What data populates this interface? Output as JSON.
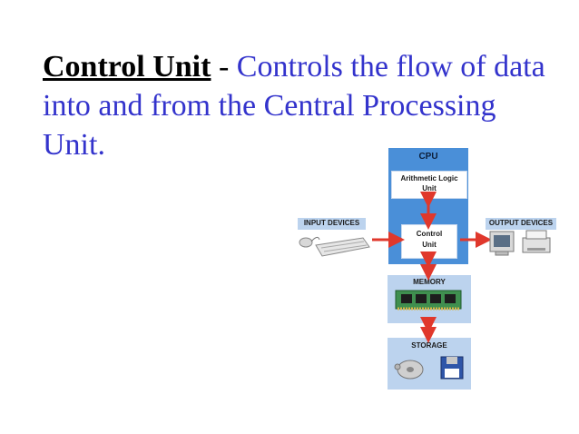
{
  "headline": {
    "term": "Control Unit",
    "separator": " -  ",
    "definition": "Controls the flow of data into and from the Central Processing Unit."
  },
  "diagram": {
    "cpu": {
      "title": "CPU",
      "alu_line1": "Arithmetic Logic",
      "alu_line2": "Unit",
      "control_line1": "Control",
      "control_line2": "Unit"
    },
    "input": {
      "label": "INPUT DEVICES"
    },
    "output": {
      "label": "OUTPUT DEVICES"
    },
    "memory": {
      "label": "MEMORY"
    },
    "storage": {
      "label": "STORAGE"
    },
    "colors": {
      "cpu_fill": "#4a8fd8",
      "panel_fill": "#bcd3ee",
      "arrow": "#e0382c",
      "headline_text": "#3333cc"
    },
    "icons": [
      "keyboard-icon",
      "mouse-icon",
      "monitor-icon",
      "printer-icon",
      "memory-chip-icon",
      "hard-disk-icon",
      "floppy-disk-icon"
    ]
  }
}
